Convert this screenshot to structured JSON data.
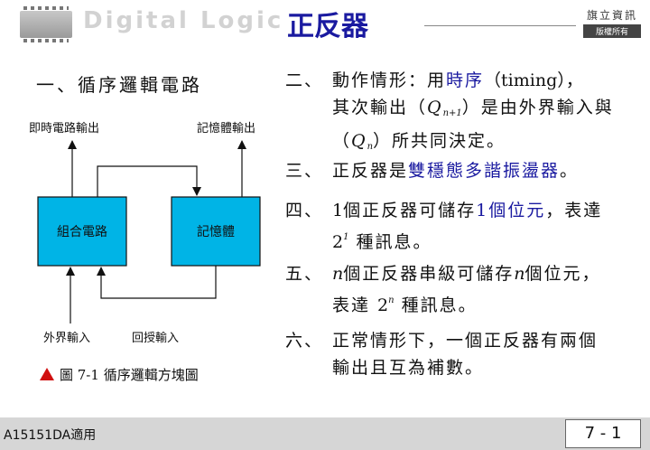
{
  "header": {
    "watermark": "Digital   Logic",
    "title": "正反器",
    "publisher": "旗立資訊",
    "rights": "版權所有"
  },
  "left": {
    "heading": "一、循序邏輯電路",
    "diagram": {
      "output_left": "即時電路輸出",
      "output_right": "記憶體輸出",
      "box_combinational": "組合電路",
      "box_memory": "記憶體",
      "input_external": "外界輸入",
      "input_feedback": "回授輸入"
    },
    "caption": "圖 7-1  循序邏輯方塊圖"
  },
  "items": {
    "i2": {
      "num": "二、",
      "a": "動作情形：用",
      "hl": "時序",
      "b": "（timing），",
      "c": "其次輸出（",
      "q": "Q",
      "qsub": "n+1",
      "d": "）是由外界輸入與",
      "e": "（",
      "q2": "Q",
      "q2sub": "n",
      "f": "）所共同決定。"
    },
    "i3": {
      "num": "三、",
      "a": "正反器是",
      "hl": "雙穩態多諧振盪器",
      "b": "。"
    },
    "i4": {
      "num": "四、",
      "one": "1",
      "a": "個正反器可儲存",
      "hl": "1個位元",
      "b": "，表達",
      "base": "2",
      "exp": "1",
      "c": " 種訊息。"
    },
    "i5": {
      "num": "五、",
      "n": "n",
      "a": "個正反器串級可儲存",
      "n2": "n",
      "b": "個位元，",
      "c": "表達 ",
      "base": "2",
      "exp": "n",
      "d": " 種訊息。"
    },
    "i6": {
      "num": "六、",
      "a": "正常情形下，一個正反器有兩個",
      "b": "輸出且互為補數。"
    }
  },
  "footer": {
    "left": "A15151DA適用",
    "page": "7 - 1"
  }
}
